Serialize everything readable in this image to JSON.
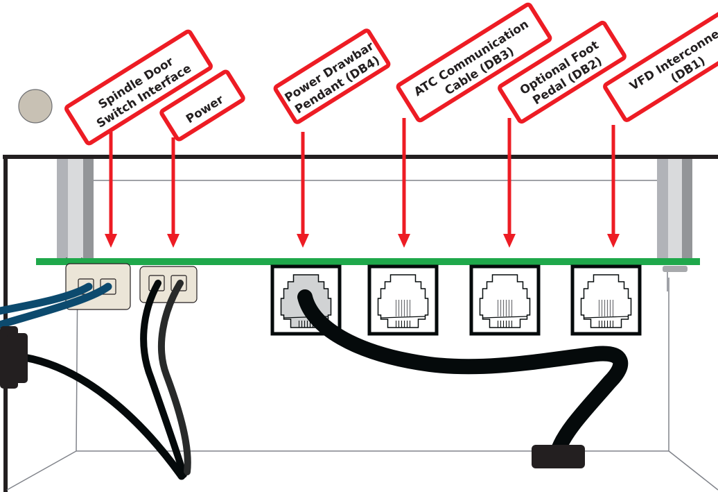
{
  "diagram": {
    "title": "Control box connector layout",
    "colors": {
      "callout_red": "#ed1c24",
      "board_green": "#1fa84b",
      "frame_black": "#231f20",
      "cable_blue": "#0c4a6e",
      "cable_black": "#050a0b",
      "connector_beige": "#ebe5d7",
      "standoff_gray": "#b1b3b8",
      "knob_gray": "#c8c1b4"
    },
    "callouts": [
      {
        "id": "spindle-door",
        "lines": [
          "Spindle Door",
          "Switch Interface"
        ],
        "target_connector": "spindle-door-connector"
      },
      {
        "id": "power",
        "lines": [
          "Power"
        ],
        "target_connector": "power-connector"
      },
      {
        "id": "db4",
        "lines": [
          "Power Drawbar",
          "Pendant (DB4)"
        ],
        "target_connector": "db4-port"
      },
      {
        "id": "db3",
        "lines": [
          "ATC Communication",
          "Cable (DB3)"
        ],
        "target_connector": "db3-port"
      },
      {
        "id": "db2",
        "lines": [
          "Optional Foot",
          "Pedal (DB2)"
        ],
        "target_connector": "db2-port"
      },
      {
        "id": "db1",
        "lines": [
          "VFD Interconnect",
          "(DB1)"
        ],
        "target_connector": "db1-port"
      }
    ],
    "ports": [
      {
        "id": "db4",
        "occupied": true
      },
      {
        "id": "db3",
        "occupied": false
      },
      {
        "id": "db2",
        "occupied": false
      },
      {
        "id": "db1",
        "occupied": false
      }
    ]
  }
}
